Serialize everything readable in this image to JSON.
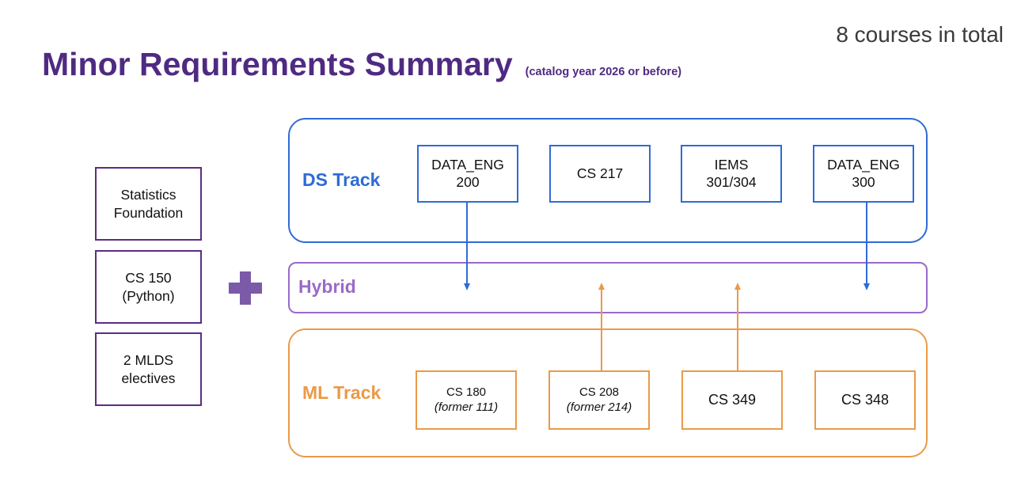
{
  "header": {
    "total": "8 courses in total",
    "title": "Minor Requirements Summary",
    "subtitle": "(catalog year 2026 or before)"
  },
  "requirements": [
    {
      "text": "Statistics\nFoundation"
    },
    {
      "text": "CS 150\n(Python)"
    },
    {
      "text": "2 MLDS\nelectives"
    }
  ],
  "tracks": {
    "ds": {
      "label": "DS Track",
      "courses": [
        {
          "main": "DATA_ENG\n200"
        },
        {
          "main": "CS 217"
        },
        {
          "main": "IEMS\n301/304"
        },
        {
          "main": "DATA_ENG\n300"
        }
      ]
    },
    "hybrid": {
      "label": "Hybrid"
    },
    "ml": {
      "label": "ML Track",
      "courses": [
        {
          "main": "CS 180",
          "sub": "(former 111)"
        },
        {
          "main": "CS 208",
          "sub": "(former 214)"
        },
        {
          "main": "CS 349",
          "sub": ""
        },
        {
          "main": "CS 348",
          "sub": ""
        }
      ]
    }
  },
  "colors": {
    "title": "#4f2a82",
    "ds": "#2e6bd6",
    "hybrid": "#9a6ac8",
    "ml": "#ea9a48",
    "requirements": "#5a2d84"
  },
  "connections": [
    {
      "from": "DATA_ENG\n200",
      "to": "Hybrid"
    },
    {
      "from": "DATA_ENG\n300",
      "to": "Hybrid"
    },
    {
      "from": "CS 208",
      "to": "Hybrid"
    },
    {
      "from": "CS 349",
      "to": "Hybrid"
    }
  ]
}
